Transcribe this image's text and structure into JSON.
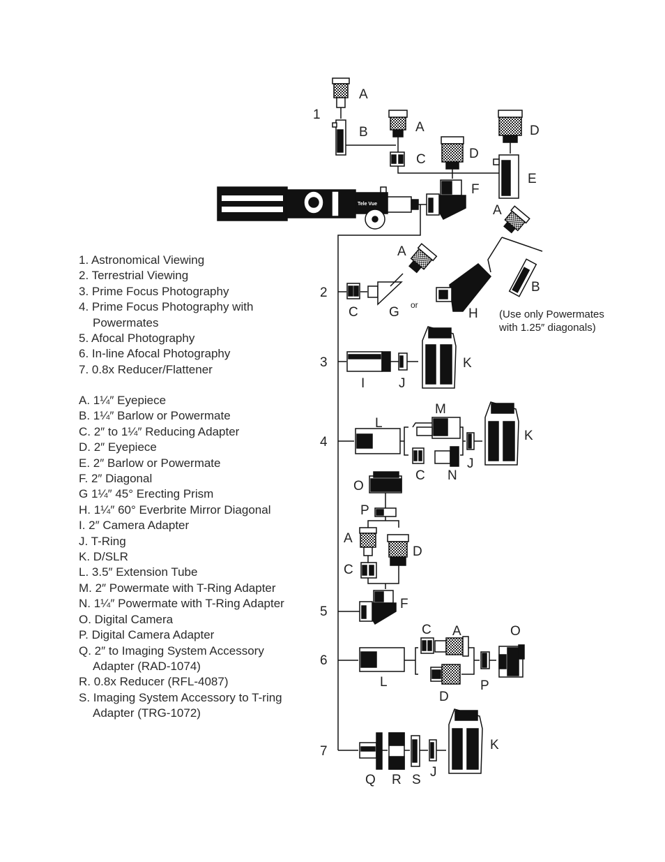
{
  "uses": [
    {
      "lines": [
        "1. Astronomical Viewing"
      ]
    },
    {
      "lines": [
        "2. Terrestrial Viewing"
      ]
    },
    {
      "lines": [
        "3. Prime Focus Photography"
      ]
    },
    {
      "lines": [
        "4. Prime Focus Photography with",
        "Powermates"
      ]
    },
    {
      "lines": [
        "5. Afocal Photography"
      ]
    },
    {
      "lines": [
        "6. In-line Afocal Photography"
      ]
    },
    {
      "lines": [
        "7. 0.8x Reducer/Flattener"
      ]
    }
  ],
  "parts": [
    {
      "lines": [
        "A. 1¼″ Eyepiece"
      ]
    },
    {
      "lines": [
        "B. 1¼″ Barlow or Powermate"
      ]
    },
    {
      "lines": [
        "C. 2″ to 1¼″ Reducing Adapter"
      ]
    },
    {
      "lines": [
        "D. 2″ Eyepiece"
      ]
    },
    {
      "lines": [
        "E. 2″ Barlow or Powermate"
      ]
    },
    {
      "lines": [
        "F. 2″ Diagonal"
      ]
    },
    {
      "lines": [
        "G 1¼″ 45° Erecting Prism"
      ]
    },
    {
      "lines": [
        "H. 1¼″ 60° Everbrite Mirror Diagonal"
      ]
    },
    {
      "lines": [
        "I. 2″ Camera Adapter"
      ]
    },
    {
      "lines": [
        "J. T-Ring"
      ]
    },
    {
      "lines": [
        "K. D/SLR"
      ]
    },
    {
      "lines": [
        "L. 3.5″ Extension Tube"
      ]
    },
    {
      "lines": [
        "M. 2″ Powermate with T-Ring Adapter"
      ]
    },
    {
      "lines": [
        "N. 1¼″ Powermate with T-Ring Adapter"
      ]
    },
    {
      "lines": [
        "O. Digital Camera"
      ]
    },
    {
      "lines": [
        "P. Digital Camera Adapter"
      ]
    },
    {
      "lines": [
        "Q. 2″ to Imaging System Accessory",
        "Adapter (RAD-1074)"
      ]
    },
    {
      "lines": [
        "R. 0.8x Reducer (RFL-4087)"
      ]
    },
    {
      "lines": [
        "S. Imaging System Accessory to T-ring",
        "Adapter (TRG-1072)"
      ]
    }
  ],
  "diagram": {
    "row_numbers": [
      "1",
      "2",
      "3",
      "4",
      "5",
      "6",
      "7"
    ],
    "letters": [
      "A",
      "B",
      "C",
      "D",
      "E",
      "F",
      "G",
      "H",
      "I",
      "J",
      "K",
      "L",
      "M",
      "N",
      "O",
      "P",
      "Q",
      "R",
      "S"
    ],
    "or_label": "or",
    "note_lines": [
      "(Use only Powermates",
      "with 1.25″ diagonals)"
    ],
    "brand_label": "Tele Vue"
  }
}
